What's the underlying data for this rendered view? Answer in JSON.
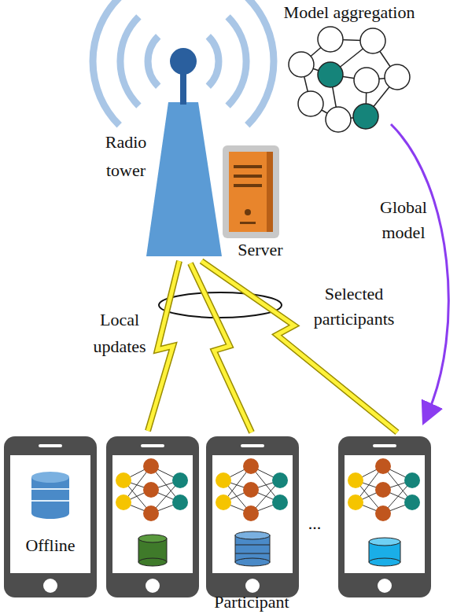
{
  "diagram": {
    "nodes": [
      {
        "text": [
          "Offline"
        ]
      }
    ],
    "labels": [
      "Model aggregation",
      "Radio tower",
      "Server",
      "Global model",
      "Selected participants",
      "Local updates",
      "...",
      "Participant"
    ]
  }
}
